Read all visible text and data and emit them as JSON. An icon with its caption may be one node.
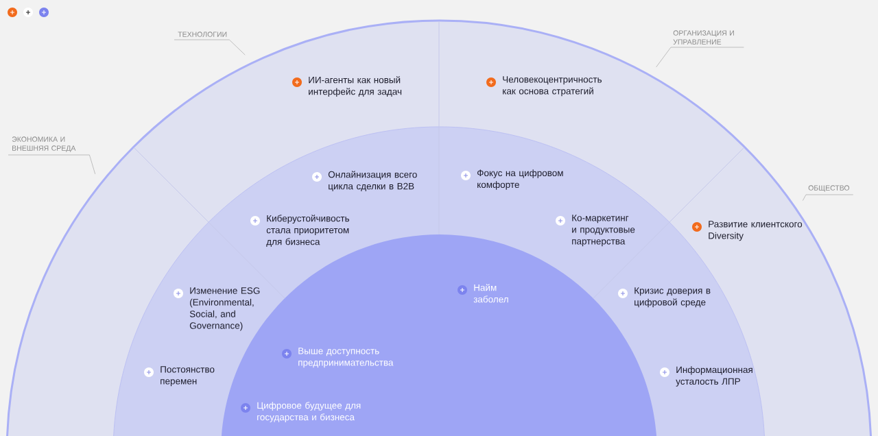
{
  "diagram": {
    "nodes": [
      {
        "text": [],
        "shape": "semicircle"
      },
      {
        "text": [],
        "shape": "semicircle",
        "in": 0
      },
      {
        "text": [],
        "shape": "semicircle",
        "in": 1
      },
      {
        "text": [
          "ТЕХНОЛОГИИ"
        ]
      },
      {
        "text": [
          "ОРГАНИЗАЦИЯ И УПРАВЛЕНИЕ"
        ]
      },
      {
        "text": [
          "ЭКОНОМИКА И ВНЕШНЯЯ СРЕДА"
        ]
      },
      {
        "text": [
          "ОБЩЕСТВО"
        ]
      },
      {
        "text": [
          "ИИ-агенты как новый интерфейс для задач"
        ],
        "in": 0
      },
      {
        "text": [
          "Человекоцентричность как основа стратегий"
        ],
        "in": 0
      },
      {
        "text": [
          "Онлайнизация всего цикла сделки в B2B"
        ],
        "in": 1
      },
      {
        "text": [
          "Фокус на цифровом комфорте"
        ],
        "in": 1
      },
      {
        "text": [
          "Киберустойчивость стала приоритетом для бизнеса"
        ],
        "in": 1
      },
      {
        "text": [
          "Ко-маркетинг и продуктовые партнерства"
        ],
        "in": 1
      },
      {
        "text": [
          "Развитие клиентского Diversity"
        ],
        "in": 0
      },
      {
        "text": [
          "Изменение ESG (Environmental, Social, and Governance)"
        ],
        "in": 1
      },
      {
        "text": [
          "Найм заболел"
        ],
        "in": 2
      },
      {
        "text": [
          "Кризис доверия в цифровой среде"
        ],
        "in": 1
      },
      {
        "text": [
          "Выше доступность предпринимательства"
        ],
        "in": 2
      },
      {
        "text": [
          "Постоянство перемен"
        ],
        "in": 1
      },
      {
        "text": [
          "Информационная усталость ЛПР"
        ],
        "in": 1
      },
      {
        "text": [
          "Цифровое будущее для государства и бизнеса"
        ],
        "in": 2
      }
    ],
    "edges": [
      {
        "from": 3,
        "to": 0,
        "arrow": "none"
      },
      {
        "from": 4,
        "to": 0,
        "arrow": "none"
      },
      {
        "from": 5,
        "to": 0,
        "arrow": "none"
      },
      {
        "from": 6,
        "to": 0,
        "arrow": "none"
      }
    ]
  }
}
